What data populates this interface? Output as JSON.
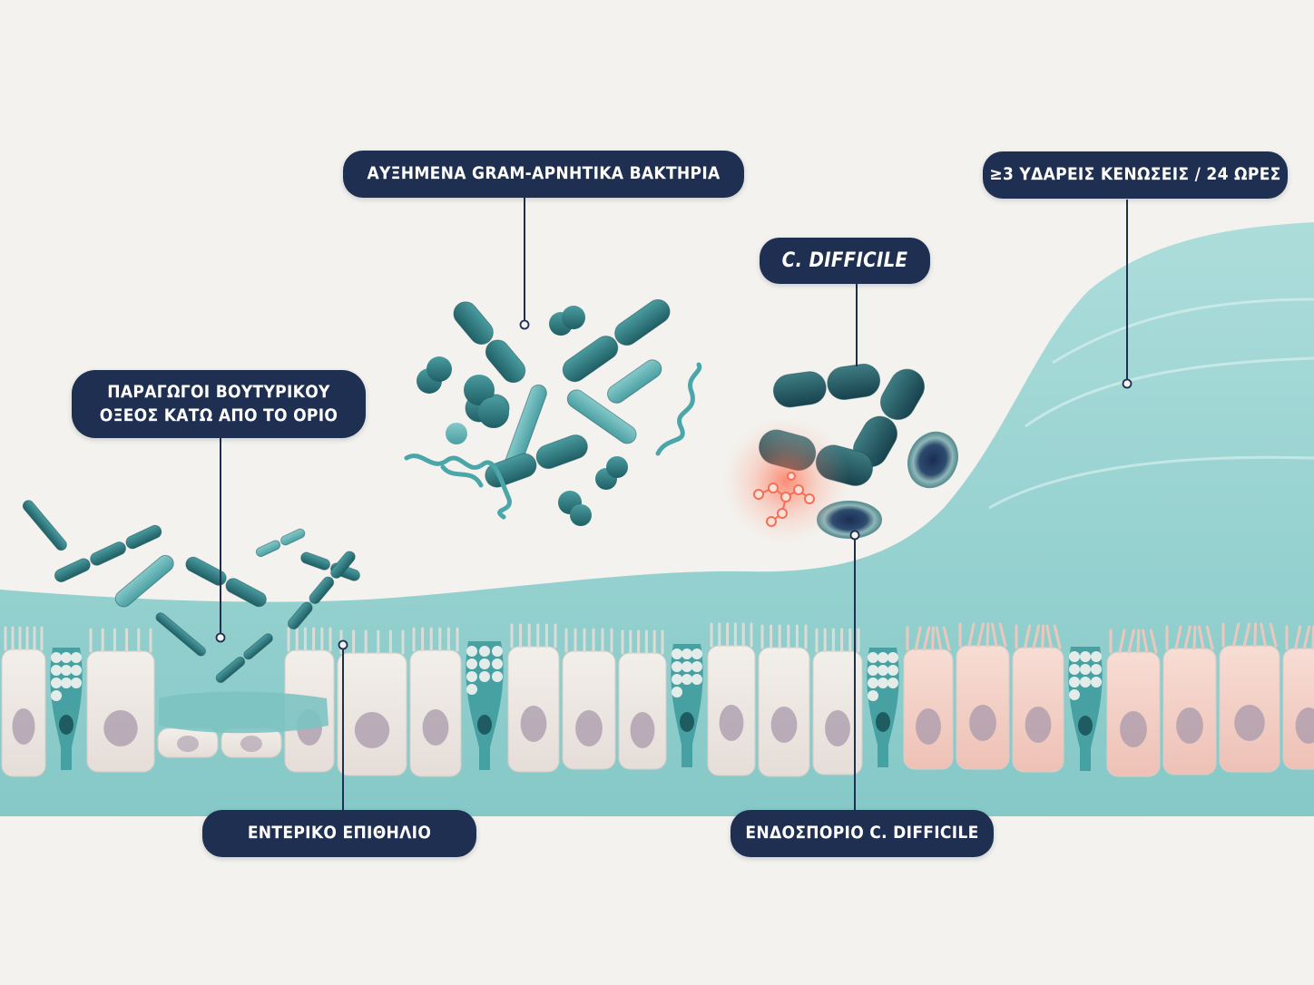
{
  "labels": {
    "gram_negative": "ΑΥΞΗΜΕΝΑ GRAM-ΑΡΝΗΤΙΚΑ ΒΑΚΤΗΡΙΑ",
    "watery_stools": "≥3 ΥΔΑΡΕΙΣ ΚΕΝΩΣΕΙΣ / 24 ΩΡΕΣ",
    "c_difficile": "C. DIFFICILE",
    "butyrate_line1": "ΠΑΡΑΓΩΓΟΙ ΒΟΥΤΥΡΙΚΟΥ",
    "butyrate_line2": "ΟΞΕΟΣ ΚΑΤΩ ΑΠΟ ΤΟ ΟΡΙΟ",
    "epithelium": "ΕΝΤΕΡΙΚΟ ΕΠΙΘΗΛΙΟ",
    "endospore": "ΕΝΔΟΣΠΟΡΙΟ C. DIFFICILE"
  },
  "colors": {
    "label_bg": "#1e2f52",
    "label_text": "#ffffff",
    "background": "#f3f2ee",
    "bacteria": "#2f7f83",
    "fluid": "#8fd0cf",
    "cell_normal": "#e7e4e0",
    "cell_inflamed": "#efc3b8",
    "toxin_glow": "#ff6a4d"
  }
}
